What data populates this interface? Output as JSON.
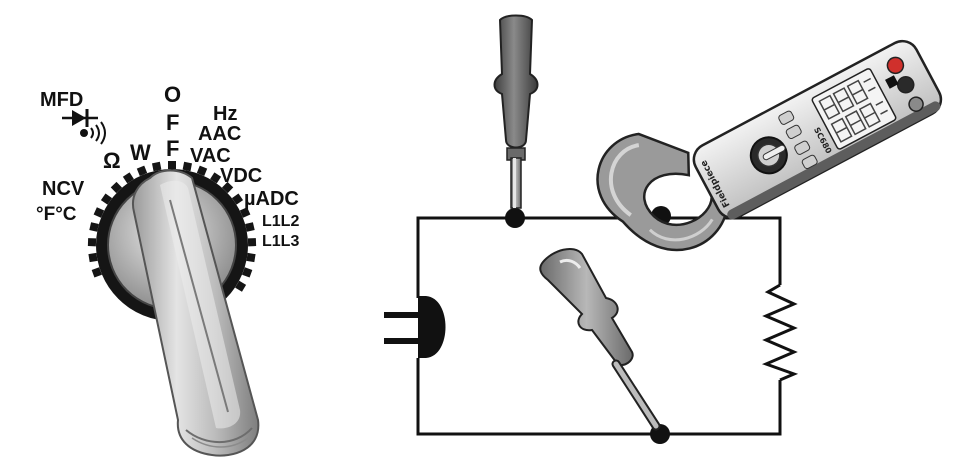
{
  "dial": {
    "labels": {
      "mfd": "MFD",
      "ohm": "Ω",
      "watt": "W",
      "ncv": "NCV",
      "temp": "°F°C",
      "off_o": "O",
      "off_f1": "F",
      "off_f2": "F",
      "hz": "Hz",
      "aac": "AAC",
      "vac": "VAC",
      "vdc": "VDC",
      "uadc": "µADC",
      "l1l2": "L1L2",
      "l1l3": "L1L3"
    },
    "icons": [
      "diode-icon",
      "continuity-icon"
    ]
  },
  "meter": {
    "brand": "Fieldpiece",
    "model": "SC680"
  },
  "colors": {
    "ink": "#111111",
    "probe_dark": "#555555",
    "probe_light": "#8a8a8a",
    "knob_light": "#d8d8d8",
    "knob_mid": "#a9a9a9",
    "meter_body": "#e6e6e6",
    "accent_red": "#d0302c"
  }
}
